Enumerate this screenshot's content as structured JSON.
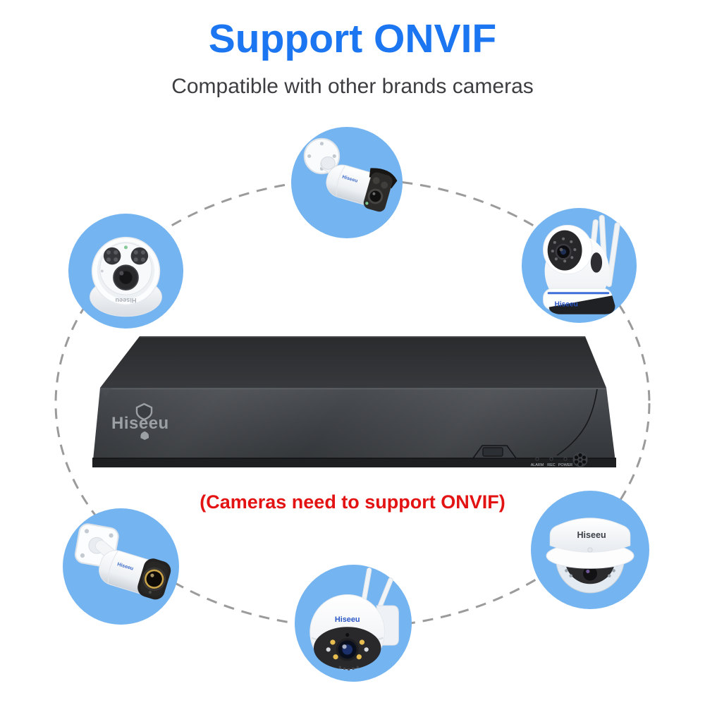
{
  "title": {
    "text": "Support ONVIF"
  },
  "subtitle": {
    "text": "Compatible with other brands cameras"
  },
  "note": {
    "text": "(Cameras need to support ONVIF)"
  },
  "nvr": {
    "brand": "Hiseeu",
    "leds": [
      {
        "label": "ALARM"
      },
      {
        "label": "REC"
      },
      {
        "label": "POWER"
      }
    ]
  },
  "cameras": [
    {
      "name": "bullet camera",
      "brand": "Hiseeu"
    },
    {
      "name": "indoor dome camera",
      "brand": "Hiseeu"
    },
    {
      "name": "pan-tilt wifi camera",
      "brand": "Hiseeu"
    },
    {
      "name": "bullet camera",
      "brand": "Hiseeu"
    },
    {
      "name": "ptz dome camera",
      "brand": "Hiseeu"
    },
    {
      "name": "vandal dome camera",
      "brand": "Hiseeu"
    }
  ],
  "colors": {
    "title_blue": "#1d76f1",
    "subtitle_gray": "#3c3e41",
    "note_red": "#e31313",
    "circle_blue": "#74b4f0",
    "dash_gray": "#9b9b9b",
    "bg": "#ffffff"
  }
}
